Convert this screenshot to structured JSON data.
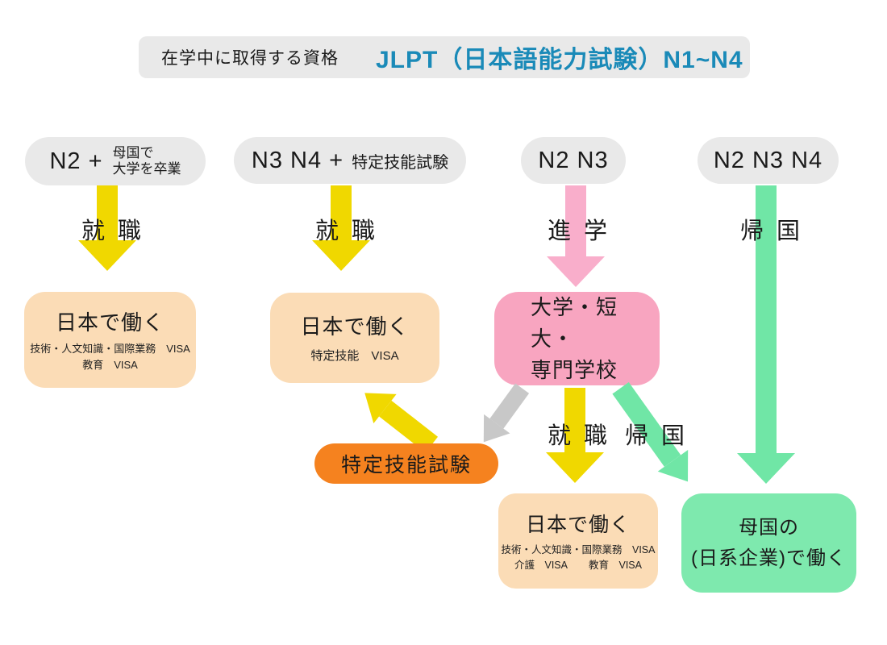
{
  "header": {
    "label": "在学中に取得する資格",
    "title": "JLPT（日本語能力試験）N1~N4"
  },
  "pills": {
    "p1": {
      "main": "N2 +",
      "sub1": "母国で",
      "sub2": "大学を卒業"
    },
    "p2": {
      "main": "N3 N4 +",
      "sub": "特定技能試験"
    },
    "p3": {
      "main": "N2 N3"
    },
    "p4": {
      "main": "N2 N3 N4"
    }
  },
  "arrow_labels": {
    "col1": [
      "就",
      "職"
    ],
    "col2": [
      "就",
      "職"
    ],
    "col3": [
      "進",
      "学"
    ],
    "col4": [
      "帰",
      "国"
    ],
    "mid_job": [
      "就",
      "職"
    ],
    "mid_return": [
      "帰",
      "国"
    ]
  },
  "boxes": {
    "work_left": {
      "title": "日本で働く",
      "line1": "技術・人文知識・国際業務　VISA",
      "line2": "教育　VISA"
    },
    "work_tokutei": {
      "title": "日本で働く",
      "line1": "特定技能　VISA"
    },
    "school": {
      "line1": "大学・短大・",
      "line2": "専門学校"
    },
    "exam": {
      "label": "特定技能試験"
    },
    "work_bottom": {
      "title": "日本で働く",
      "line1": "技術・人文知識・国際業務　VISA",
      "line2a": "介護　VISA",
      "line2b": "教育　VISA"
    },
    "home": {
      "line1": "母国の",
      "line2": "(日系企業)で働く"
    }
  },
  "colors": {
    "gray_bg": "#e9e9e9",
    "blue": "#1a8ab8",
    "yellow": "#f0d800",
    "pink_arrow": "#f9aecb",
    "pink_box": "#f8a5c0",
    "green_arrow": "#70e6a6",
    "green_box": "#7ee9ae",
    "gray_arrow": "#c8c8c8",
    "orange": "#f5821f",
    "peach": "#fbdcb6"
  }
}
